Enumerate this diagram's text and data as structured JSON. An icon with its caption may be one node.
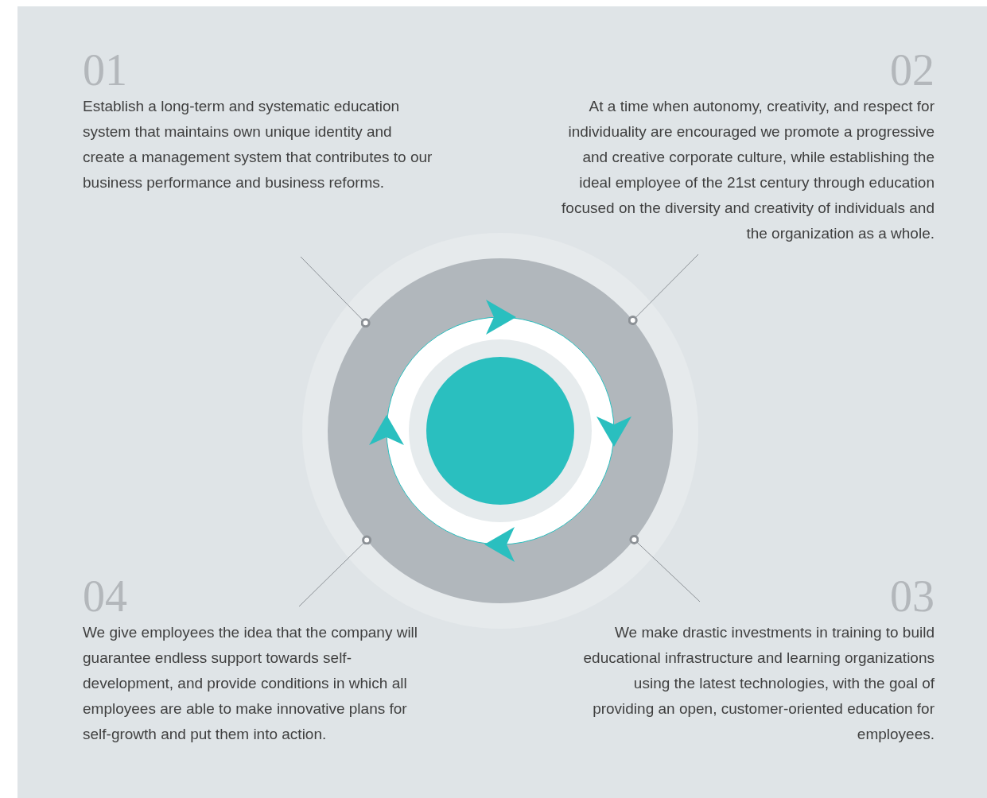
{
  "diagram": {
    "nodes": [
      {
        "text": [
          "01",
          "Establish a long-term and systematic education system that maintains own unique identity and create a management system that contributes to our business performance and business reforms."
        ]
      },
      {
        "text": [
          "02",
          "At a time when autonomy, creativity, and respect for individuality are encouraged we promote a progressive and creative corporate culture, while establishing the ideal employee of the 21st century through education focused on the diversity and creativity of individuals and the organization as a whole."
        ]
      },
      {
        "text": [
          "03",
          "We make drastic investments in training to build educational infrastructure and learning organizations using the latest technologies, with the goal of providing an open, customer-oriented education for employees."
        ]
      },
      {
        "text": [
          "04",
          "We give employees the idea that the company will guarantee endless support towards self-development, and provide conditions in which all employees are able to make innovative plans for self-growth and put them into action."
        ]
      },
      {
        "text": [],
        "shape": "circle"
      }
    ],
    "edges": [
      {
        "from": 0,
        "to": 4,
        "arrow": "other"
      },
      {
        "from": 1,
        "to": 4,
        "arrow": "other"
      },
      {
        "from": 2,
        "to": 4,
        "arrow": "other"
      },
      {
        "from": 3,
        "to": 4,
        "arrow": "other"
      }
    ]
  }
}
